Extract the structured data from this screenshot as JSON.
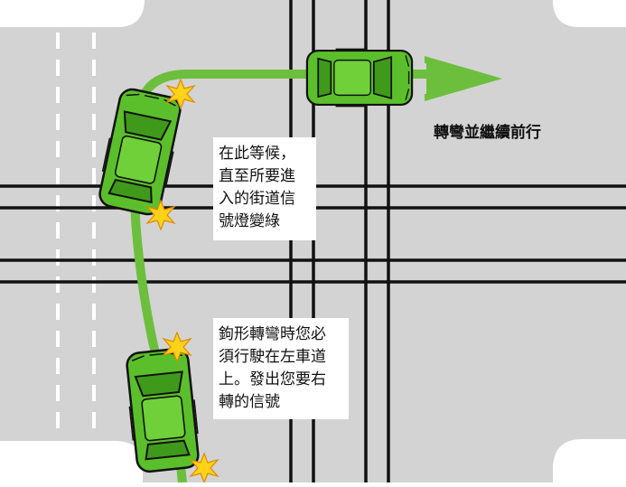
{
  "labels": {
    "continue": "轉彎並繼續前行",
    "wait": [
      "在此等候，",
      "直至所要進",
      "入的街道信",
      "號燈變綠"
    ],
    "hook": [
      "鉤形轉彎時您必",
      "須行駛在左車道",
      "上。發出您要右",
      "轉的信號"
    ]
  },
  "colors": {
    "road": "#d3d3d3",
    "curb": "#ffffff",
    "tram_rail": "#111111",
    "lane_dash": "#ffffff",
    "path": "#6cbf3d",
    "car_body": "#5bbf2b",
    "car_outline": "#111111",
    "indicator": "#ffd21a"
  },
  "icons": [
    "car-icon",
    "turn-signal-icon",
    "arrow-right-icon"
  ]
}
